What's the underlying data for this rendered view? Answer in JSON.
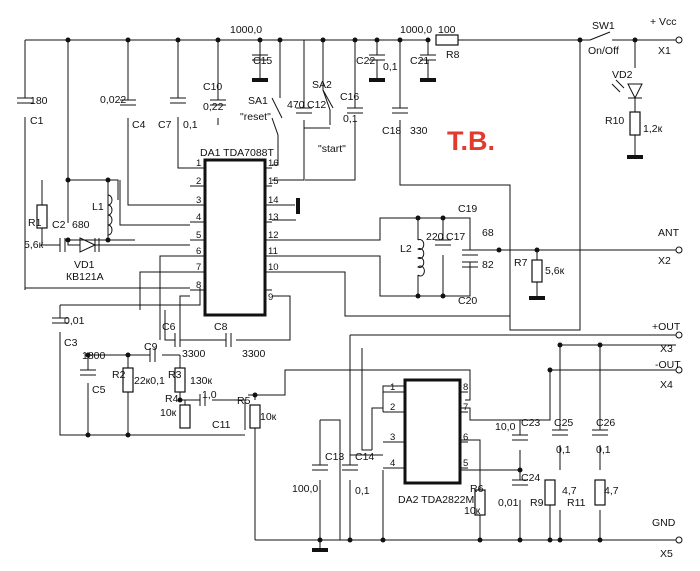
{
  "watermark": "T.B.",
  "ics": {
    "da1": "DA1 TDA7088T",
    "da2": "DA2 TDA2822M",
    "da1_pins_left": [
      "1",
      "2",
      "3",
      "4",
      "5",
      "6",
      "7",
      "8"
    ],
    "da1_pins_right": [
      "16",
      "15",
      "14",
      "13",
      "12",
      "11",
      "10",
      "9"
    ],
    "da2_pins_left": [
      "1",
      "2",
      "3",
      "4"
    ],
    "da2_pins_right": [
      "8",
      "7",
      "6",
      "5"
    ]
  },
  "components": {
    "C1": "C1",
    "C1v": "180",
    "C2": "C2",
    "C2v": "680",
    "C3": "C3",
    "C3v": "0,01",
    "C4": "C4",
    "C4v": "0,022",
    "C5": "C5",
    "C5v": "1800",
    "C6": "C6",
    "C6v": "3300",
    "C7": "C7",
    "C7v": "0,1",
    "C8": "C8",
    "C8v": "3300",
    "C9": "C9",
    "C10": "C10",
    "C10v": "0,22",
    "C11": "C11",
    "C11v": "1,0",
    "C12": "C12",
    "C12v": "470",
    "C13": "C13",
    "C13v": "100,0",
    "C14": "C14",
    "C14v": "0,1",
    "C15": "C15",
    "C15v": "1000,0",
    "C16": "C16",
    "C16v": "0,1",
    "C17": "C17",
    "C17v": "220",
    "C18": "C18",
    "C18v": "330",
    "C19": "C19",
    "C19v": "68",
    "C20": "C20",
    "C20v": "82",
    "C21": "C21",
    "C21v": "1000,0",
    "C22": "C22",
    "C22v": "0,1",
    "C23": "C23",
    "C23v": "10,0",
    "C24": "C24",
    "C24v": "0,01",
    "C25": "C25",
    "C25v": "0,1",
    "C26": "C26",
    "C26v": "0,1",
    "R1": "R1",
    "R1v": "5,6к",
    "R2": "R2",
    "R2v": "22к0,1",
    "R3": "R3",
    "R3v": "130к",
    "R4": "R4",
    "R4v": "10к",
    "R5": "R5",
    "R5v": "10к",
    "R6": "R6",
    "R6v": "10к",
    "R7": "R7",
    "R7v": "5,6к",
    "R8": "R8",
    "R8v": "100",
    "R9": "R9",
    "R9v": "4,7",
    "R10": "R10",
    "R10v": "1,2к",
    "R11": "R11",
    "R11v": "4,7",
    "L1": "L1",
    "L2": "L2",
    "VD1": "VD1",
    "VD1v": "КВ121А",
    "VD2": "VD2",
    "SA1": "SA1",
    "SA1v": "\"reset\"",
    "SA2": "SA2",
    "SA2v": "\"start\"",
    "SW1": "SW1",
    "SW1v": "On/Off"
  },
  "connectors": {
    "vcc": "+ Vcc",
    "x1": "X1",
    "ant": "ANT",
    "x2": "X2",
    "pout": "+OUT",
    "x3": "X3",
    "mout": "-OUT",
    "x4": "X4",
    "gnd": "GND",
    "x5": "X5"
  }
}
